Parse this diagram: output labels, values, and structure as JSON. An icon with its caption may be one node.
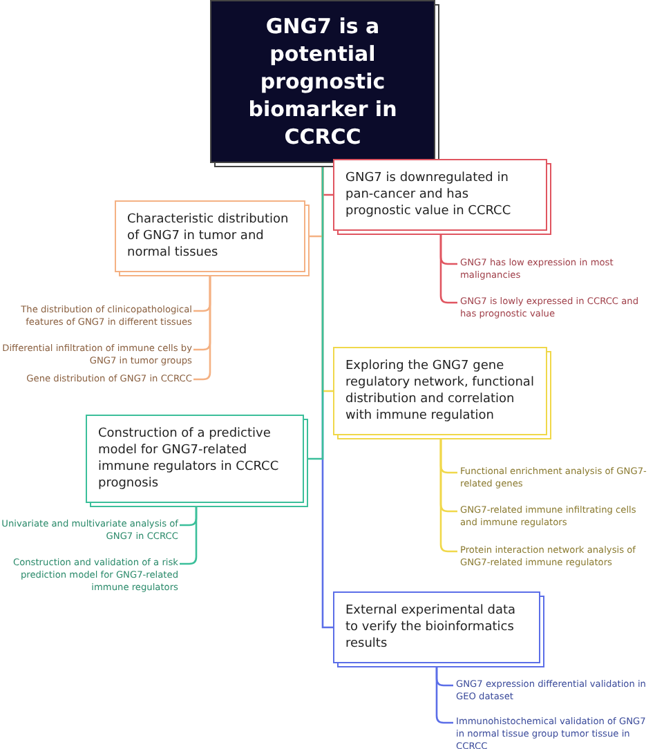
{
  "diagram": {
    "nodes": [
      {
        "text": [
          "GNG7 is a potential prognostic biomarker in CCRCC"
        ]
      },
      {
        "text": [
          "GNG7 is downregulated in pan-cancer and has prognostic value in CCRCC"
        ]
      },
      {
        "text": [
          "Characteristic distribution of GNG7 in tumor and normal tissues"
        ]
      },
      {
        "text": [
          "GNG7 has low expression in most malignancies"
        ]
      },
      {
        "text": [
          "GNG7 is lowly expressed in CCRCC and has prognostic value"
        ]
      },
      {
        "text": [
          "The distribution of clinicopathological features of GNG7 in different tissues"
        ]
      },
      {
        "text": [
          "Differential infiltration of immune cells by GNG7 in tumor groups"
        ]
      },
      {
        "text": [
          "Gene distribution of GNG7 in CCRCC"
        ]
      },
      {
        "text": [
          "Exploring the GNG7 gene regulatory network, functional distribution and correlation with immune regulation"
        ]
      },
      {
        "text": [
          "Construction of a predictive model for GNG7-related immune regulators in CCRCC prognosis"
        ]
      },
      {
        "text": [
          "Functional enrichment analysis of GNG7-related genes"
        ]
      },
      {
        "text": [
          "GNG7-related immune infiltrating cells and immune regulators"
        ]
      },
      {
        "text": [
          "Protein interaction network analysis of GNG7-related immune regulators"
        ]
      },
      {
        "text": [
          "Univariate and multivariate analysis of GNG7 in CCRCC"
        ]
      },
      {
        "text": [
          "Construction and validation of a risk prediction model for GNG7-related immune regulators"
        ]
      },
      {
        "text": [
          "External experimental data to verify the bioinformatics results"
        ]
      },
      {
        "text": [
          "GNG7 expression differential validation in GEO dataset"
        ]
      },
      {
        "text": [
          "Immunohistochemical validation of GNG7 in normal tissue group tumor tissue in CCRCC"
        ]
      }
    ],
    "edges": [
      {
        "from": 0,
        "to": 15,
        "arrow": "none",
        "color": "#5b6ee8"
      },
      {
        "from": 0,
        "to": 1,
        "arrow": "none",
        "color": "#e05560"
      },
      {
        "from": 0,
        "to": 2,
        "arrow": "none",
        "color": "#f4b183"
      },
      {
        "from": 0,
        "to": 8,
        "arrow": "none",
        "color": "#f0d84a"
      },
      {
        "from": 0,
        "to": 9,
        "arrow": "none",
        "color": "#3bbf9a"
      },
      {
        "from": 1,
        "to": 3,
        "arrow": "none",
        "color": "#e05560"
      },
      {
        "from": 1,
        "to": 4,
        "arrow": "none",
        "color": "#e05560"
      },
      {
        "from": 2,
        "to": 5,
        "arrow": "none",
        "color": "#f4b183"
      },
      {
        "from": 2,
        "to": 6,
        "arrow": "none",
        "color": "#f4b183"
      },
      {
        "from": 2,
        "to": 7,
        "arrow": "none",
        "color": "#f4b183"
      },
      {
        "from": 8,
        "to": 10,
        "arrow": "none",
        "color": "#f0d84a"
      },
      {
        "from": 8,
        "to": 11,
        "arrow": "none",
        "color": "#f0d84a"
      },
      {
        "from": 8,
        "to": 12,
        "arrow": "none",
        "color": "#f0d84a"
      },
      {
        "from": 9,
        "to": 13,
        "arrow": "none",
        "color": "#3bbf9a"
      },
      {
        "from": 9,
        "to": 14,
        "arrow": "none",
        "color": "#3bbf9a"
      },
      {
        "from": 15,
        "to": 16,
        "arrow": "none",
        "color": "#5b6ee8"
      },
      {
        "from": 15,
        "to": 17,
        "arrow": "none",
        "color": "#5b6ee8"
      }
    ]
  }
}
